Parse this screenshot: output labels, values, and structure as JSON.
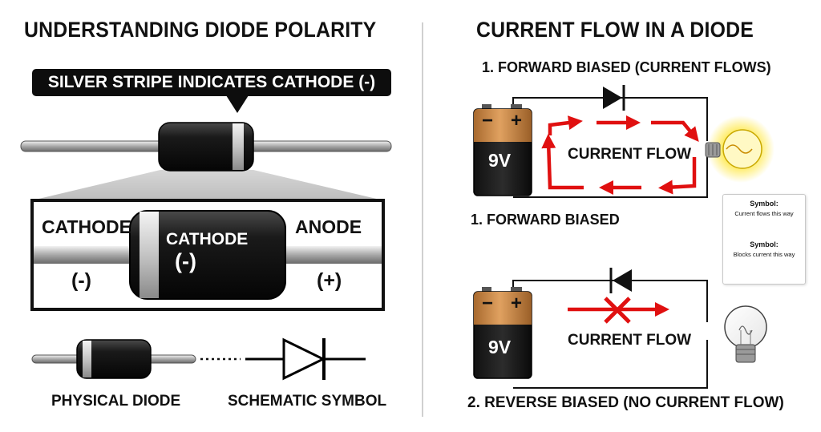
{
  "left_panel": {
    "title": "UNDERSTANDING DIODE POLARITY",
    "callout": "SILVER STRIPE INDICATES CATHODE (-)",
    "zoom": {
      "left_label": "CATHODE",
      "right_label": "ANODE",
      "center_label_line1": "CATHODE",
      "center_label_line2": "(-)",
      "left_sign": "(-)",
      "right_sign": "(+)"
    },
    "bottom": {
      "physical_label": "PHYSICAL DIODE",
      "schematic_label": "SCHEMATIC SYMBOL"
    }
  },
  "right_panel": {
    "title": "CURRENT FLOW IN A DIODE",
    "forward": {
      "header": "1. FORWARD BIASED (CURRENT FLOWS)",
      "battery_label": "9V",
      "battery_minus": "−",
      "battery_plus": "+",
      "flow_label": "CURRENT FLOW",
      "caption": "1. FORWARD BIASED"
    },
    "reverse": {
      "battery_label": "9V",
      "battery_minus": "−",
      "battery_plus": "+",
      "flow_label": "CURRENT FLOW",
      "caption": "2. REVERSE BIASED (NO CURRENT FLOW)"
    },
    "legend": {
      "title1": "Symbol:",
      "sub1": "Current flows this way",
      "title2": "Symbol:",
      "sub2": "Blocks current this way"
    }
  },
  "colors": {
    "flow_red": "#e01010",
    "bulb_glow": "#ffe94d",
    "battery_copper": "#c98b4a",
    "diode_body": "#1c1c1c",
    "stripe": "#c9c9c9"
  }
}
